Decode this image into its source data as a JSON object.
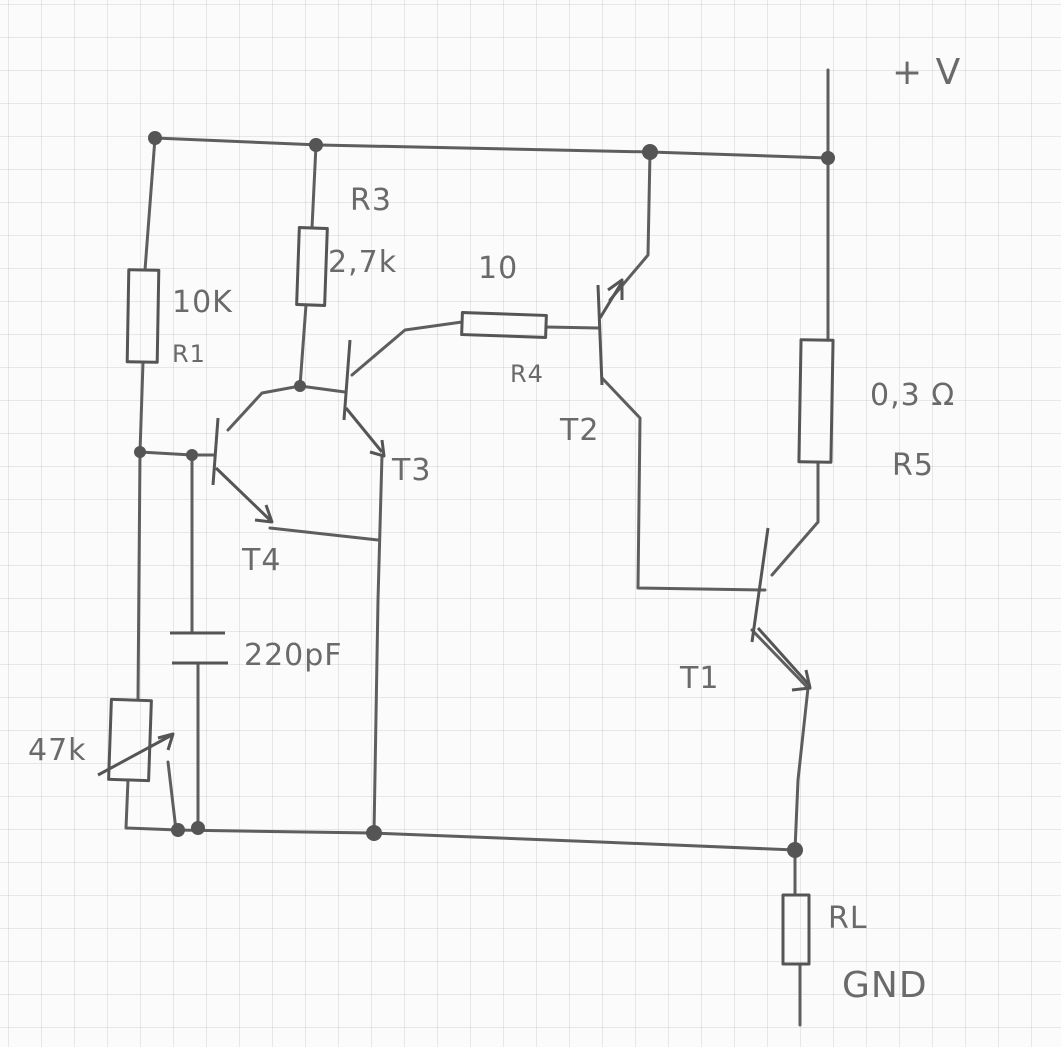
{
  "labels": {
    "supply": "+ V",
    "ground": "GND",
    "r1_name": "R1",
    "r1_value": "10K",
    "r3_name": "R3",
    "r3_value": "2,7k",
    "r4_name": "R4",
    "r4_value": "10",
    "r5_name": "R5",
    "r5_value": "0,3 Ω",
    "rl_name": "RL",
    "pot_value": "47k",
    "cap_value": "220pF",
    "t1": "T1",
    "t2": "T2",
    "t3": "T3",
    "t4": "T4"
  }
}
